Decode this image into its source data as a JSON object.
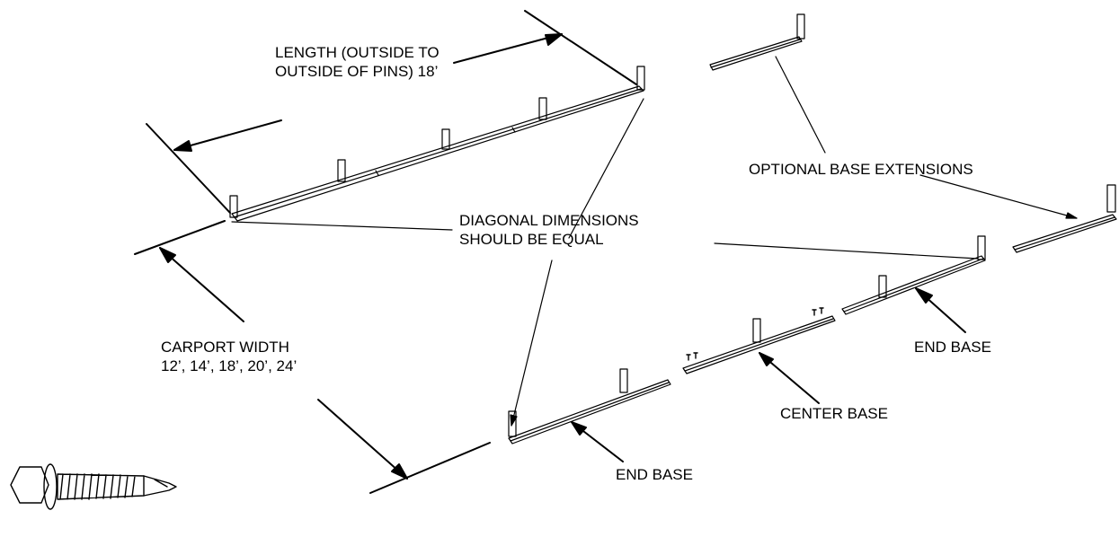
{
  "labels": {
    "length": [
      "LENGTH (OUTSIDE TO",
      "OUTSIDE OF PINS) 18’"
    ],
    "optional_extensions": "OPTIONAL BASE EXTENSIONS",
    "diagonal": [
      "DIAGONAL DIMENSIONS",
      "SHOULD BE EQUAL"
    ],
    "carport_width": [
      "CARPORT WIDTH",
      "12’, 14’, 18’, 20’, 24’"
    ],
    "end_base_right": "END BASE",
    "center_base": "CENTER BASE",
    "end_base_bottom": "END BASE"
  },
  "icons": {
    "screw": "self-drilling-hex-screw-icon"
  },
  "colors": {
    "line": "#000000",
    "background": "#ffffff"
  }
}
